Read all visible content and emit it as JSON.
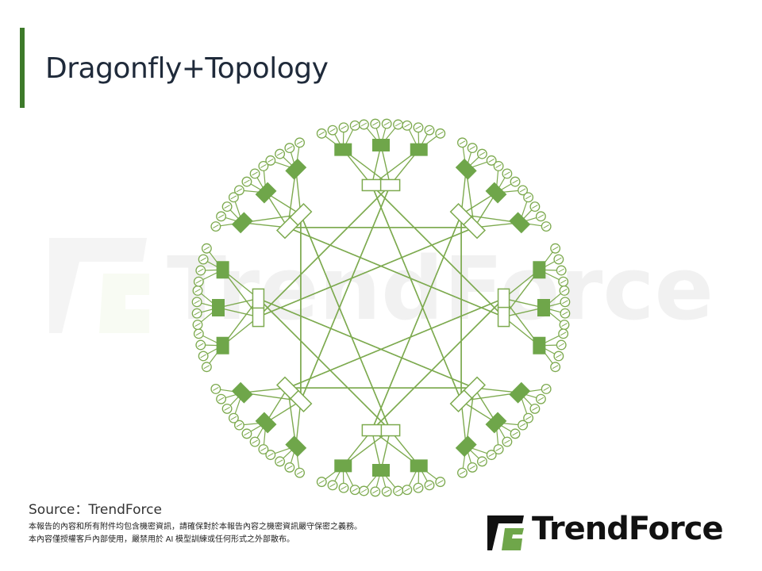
{
  "header": {
    "title": "Dragonfly+Topology"
  },
  "watermark": {
    "text": "TrendForce"
  },
  "diagram": {
    "groups": 8,
    "leaf_switches_per_group": 3,
    "spine_switches_per_group": 2,
    "endpoints_per_leaf": 4,
    "colors": {
      "line": "#7daa4f",
      "leaf_fill": "#6fa64a",
      "spine_fill": "#ffffff"
    }
  },
  "footer": {
    "source": "Source：TrendForce",
    "disclaimer_line1": "本報告的內容和所有附件均包含機密資訊，請確保對於本報告內容之機密資訊嚴守保密之義務。",
    "disclaimer_line2": "本內容僅授權客戶內部使用，嚴禁用於 AI 模型訓練或任何形式之外部散布。"
  },
  "logo": {
    "text": "TrendForce",
    "icon": "trendforce-logo-icon"
  }
}
